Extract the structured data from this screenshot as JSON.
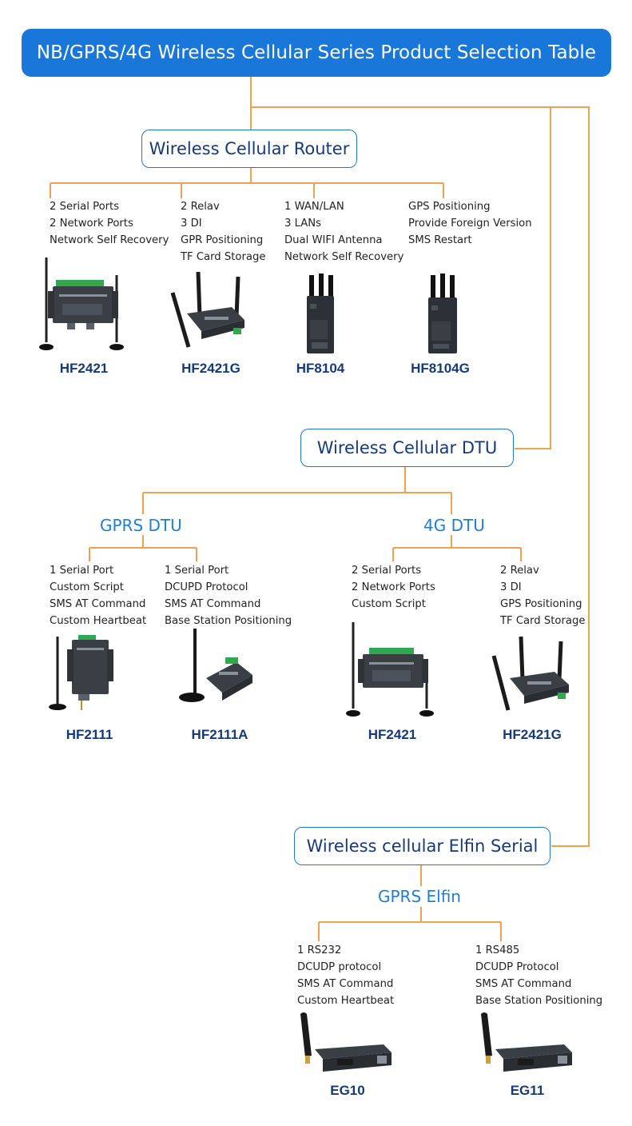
{
  "title": "NB/GPRS/4G Wireless Cellular Series Product Selection Table",
  "colors": {
    "title_bg": "#1877d8",
    "box_border": "#1e78d0",
    "box_text": "#163a78",
    "connector": "#f0a050",
    "sub_label": "#1f7fd6",
    "device": "#3a3f46"
  },
  "router": {
    "label": "Wireless Cellular Router",
    "products": [
      {
        "model": "HF2421",
        "specs": [
          "2 Serial Ports",
          "2 Network Ports",
          "Network Self Recovery"
        ]
      },
      {
        "model": "HF2421G",
        "specs": [
          "2 Relav",
          "3 DI",
          "GPR Positioning",
          "TF Card Storage"
        ]
      },
      {
        "model": "HF8104",
        "specs": [
          "1 WAN/LAN",
          "3 LANs",
          "Dual WIFI Antenna",
          "Network Self Recovery"
        ]
      },
      {
        "model": "HF8104G",
        "specs": [
          "GPS Positioning",
          "Provide Foreign Version",
          "SMS Restart"
        ]
      }
    ]
  },
  "dtu": {
    "label": "Wireless Cellular DTU",
    "gprs": {
      "label": "GPRS DTU",
      "products": [
        {
          "model": "HF2111",
          "specs": [
            "1 Serial Port",
            "Custom Script",
            "SMS AT Command",
            "Custom Heartbeat"
          ]
        },
        {
          "model": "HF2111A",
          "specs": [
            "1 Serial Port",
            "DCUPD Protocol",
            "SMS AT Command",
            "Base Station Positioning"
          ]
        }
      ]
    },
    "lte": {
      "label": "4G DTU",
      "products": [
        {
          "model": "HF2421",
          "specs": [
            "2 Serial Ports",
            "2 Network Ports",
            "Custom Script"
          ]
        },
        {
          "model": "HF2421G",
          "specs": [
            "2 Relav",
            "3 DI",
            "GPS Positioning",
            "TF Card Storage"
          ]
        }
      ]
    }
  },
  "elfin": {
    "label": "Wireless cellular Elfin Serial",
    "gprs": {
      "label": "GPRS Elfin",
      "products": [
        {
          "model": "EG10",
          "specs": [
            "1 RS232",
            "DCUDP protocol",
            "SMS AT Command",
            "Custom Heartbeat"
          ]
        },
        {
          "model": "EG11",
          "specs": [
            "1 RS485",
            "DCUDP Protocol",
            "SMS AT Command",
            "Base Station Positioning"
          ]
        }
      ]
    }
  }
}
